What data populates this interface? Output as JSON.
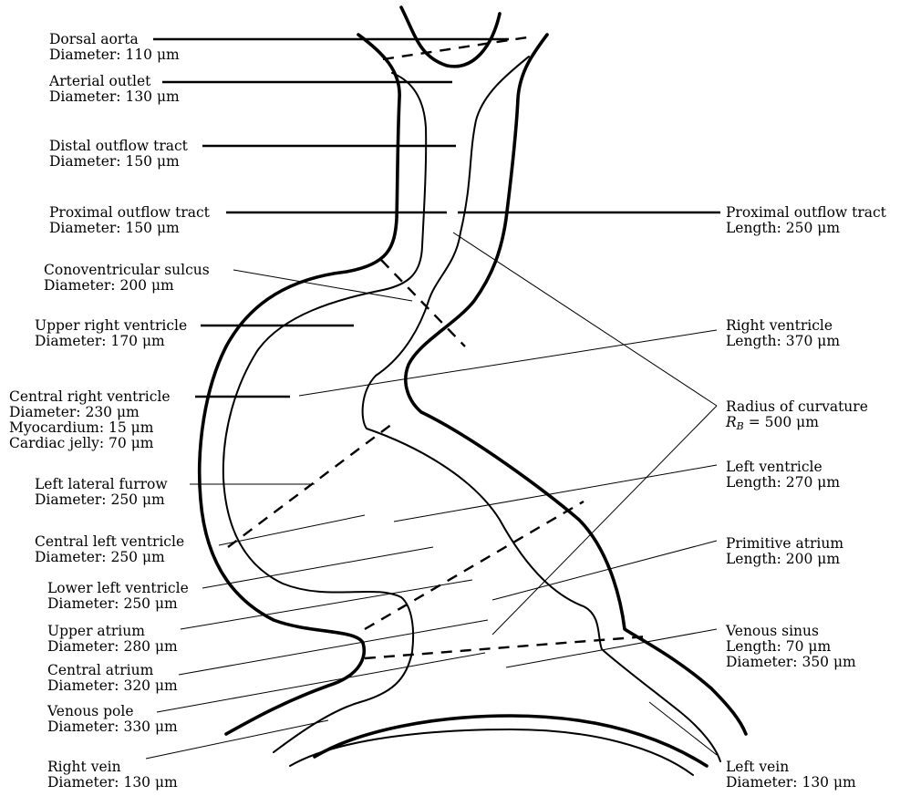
{
  "labels": {
    "dorsal_aorta": {
      "name": "Dorsal aorta",
      "lines": [
        "Diameter: 110 μm"
      ]
    },
    "arterial_outlet": {
      "name": "Arterial outlet",
      "lines": [
        "Diameter: 130 μm"
      ]
    },
    "distal_outflow_tract": {
      "name": "Distal outflow tract",
      "lines": [
        "Diameter: 150 μm"
      ]
    },
    "proximal_outflow_tract_left": {
      "name": "Proximal outflow tract",
      "lines": [
        "Diameter: 150 μm"
      ]
    },
    "conoventricular_sulcus": {
      "name": "Conoventricular sulcus",
      "lines": [
        "Diameter: 200 μm"
      ]
    },
    "upper_right_ventricle": {
      "name": "Upper right ventricle",
      "lines": [
        "Diameter: 170 μm"
      ]
    },
    "central_right_ventricle": {
      "name": "Central right ventricle",
      "lines": [
        "Diameter: 230 μm",
        "Myocardium: 15 μm",
        "Cardiac jelly: 70 μm"
      ]
    },
    "left_lateral_furrow": {
      "name": "Left lateral furrow",
      "lines": [
        "Diameter: 250 μm"
      ]
    },
    "central_left_ventricle": {
      "name": "Central left ventricle",
      "lines": [
        "Diameter: 250 μm"
      ]
    },
    "lower_left_ventricle": {
      "name": "Lower left ventricle",
      "lines": [
        "Diameter: 250 μm"
      ]
    },
    "upper_atrium": {
      "name": "Upper atrium",
      "lines": [
        "Diameter: 280 μm"
      ]
    },
    "central_atrium": {
      "name": "Central atrium",
      "lines": [
        "Diameter: 320 μm"
      ]
    },
    "venous_pole": {
      "name": "Venous pole",
      "lines": [
        "Diameter: 330 μm"
      ]
    },
    "right_vein": {
      "name": "Right vein",
      "lines": [
        "Diameter: 130 μm"
      ]
    },
    "proximal_outflow_tract_right": {
      "name": "Proximal outflow tract",
      "lines": [
        "Length: 250 μm"
      ]
    },
    "right_ventricle": {
      "name": "Right ventricle",
      "lines": [
        "Length: 370 μm"
      ]
    },
    "radius_of_curvature": {
      "name": "Radius of curvature",
      "symbol": "R",
      "subscript": "B",
      "value": " = 500 μm"
    },
    "left_ventricle": {
      "name": "Left ventricle",
      "lines": [
        "Length: 270 μm"
      ]
    },
    "primitive_atrium": {
      "name": "Primitive atrium",
      "lines": [
        "Length: 200 μm"
      ]
    },
    "venous_sinus": {
      "name": "Venous sinus",
      "lines": [
        "Length: 70 μm",
        "Diameter: 350 μm"
      ]
    },
    "left_vein": {
      "name": "Left vein",
      "lines": [
        "Diameter: 130 μm"
      ]
    }
  }
}
